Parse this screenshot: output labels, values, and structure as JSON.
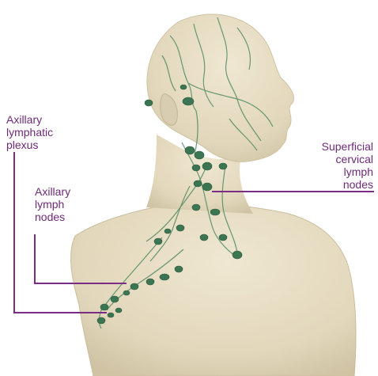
{
  "labels": {
    "axillary_plexus": [
      "Axillary",
      "lymphatic",
      "plexus"
    ],
    "axillary_nodes": [
      "Axillary",
      "lymph",
      "nodes"
    ],
    "cervical_nodes": [
      "Superficial",
      "cervical",
      "lymph",
      "nodes"
    ]
  },
  "colors": {
    "label_text": "#6e2a78",
    "leader_line": "#7b2d86",
    "skin": "#e6dcc2",
    "vessel": "#4f8a63",
    "node": "#3c7551"
  }
}
